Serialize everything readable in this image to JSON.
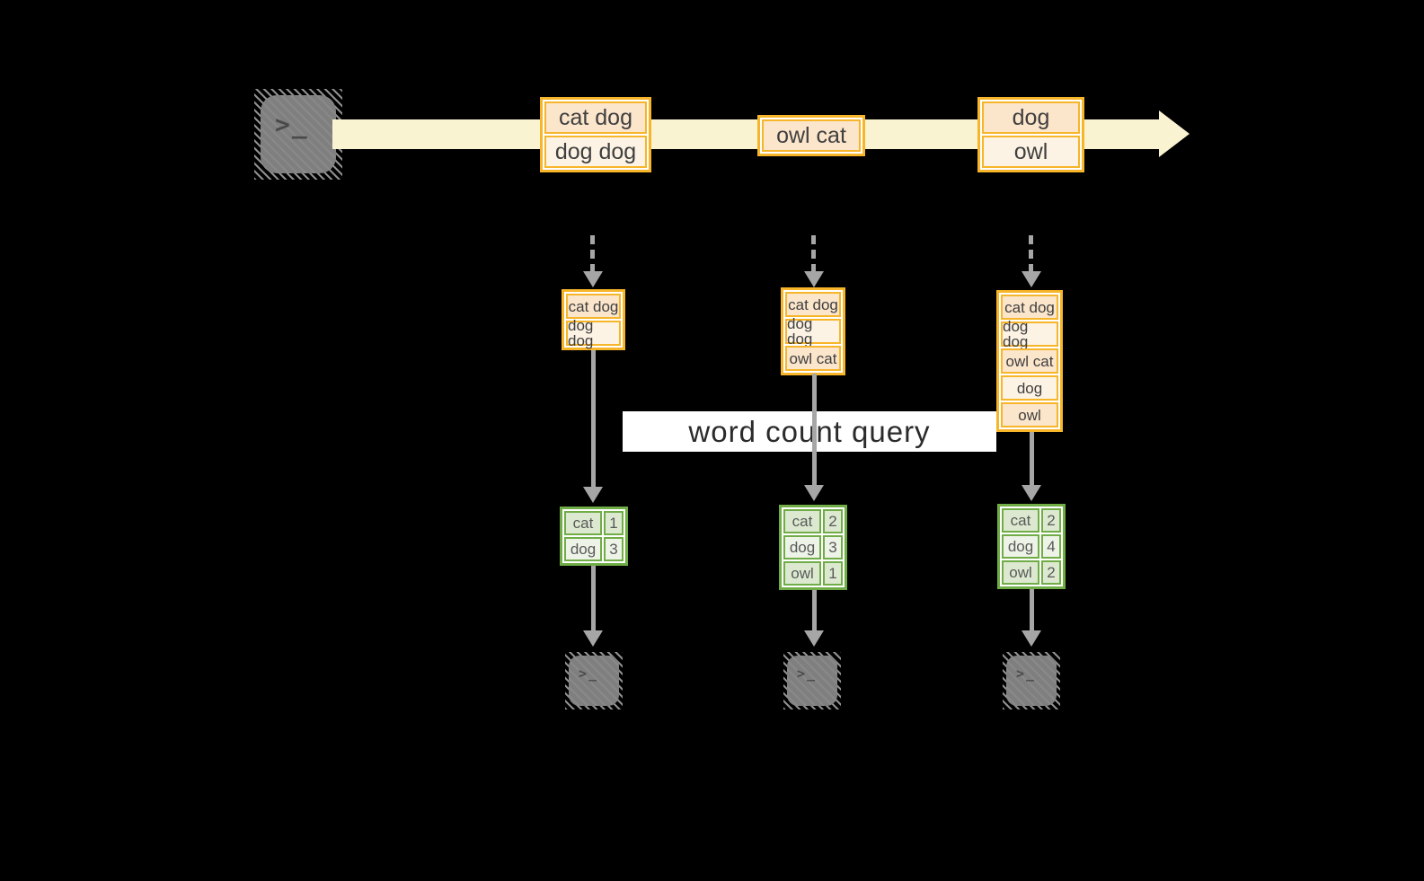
{
  "query_label": "word count query",
  "terminal_glyph": ">_",
  "colors": {
    "canvas-bg": "#000000",
    "amber": "#F7B529",
    "peach-dark": "#FBE5CB",
    "peach-light": "#FDF3E4",
    "cream": "#FAF3D2",
    "green": "#70AD47",
    "green-dark": "#DCE9D0",
    "green-light": "#EDF3E7",
    "arrow-gray": "#A6A6A6",
    "terminal-gray": "#7F7F7F",
    "ink": "#3F3F3F",
    "label-ink": "#2B2B2B"
  },
  "stream": {
    "events": [
      {
        "rows": [
          "cat dog",
          "dog dog"
        ]
      },
      {
        "rows": [
          "owl cat"
        ]
      },
      {
        "rows": [
          "dog",
          "owl"
        ]
      }
    ]
  },
  "columns": [
    {
      "window": [
        "cat dog",
        "dog dog"
      ],
      "counts": [
        {
          "word": "cat",
          "count": "1"
        },
        {
          "word": "dog",
          "count": "3"
        }
      ]
    },
    {
      "window": [
        "cat dog",
        "dog dog",
        "owl cat"
      ],
      "counts": [
        {
          "word": "cat",
          "count": "2"
        },
        {
          "word": "dog",
          "count": "3"
        },
        {
          "word": "owl",
          "count": "1"
        }
      ]
    },
    {
      "window": [
        "cat dog",
        "dog dog",
        "owl cat",
        "dog",
        "owl"
      ],
      "counts": [
        {
          "word": "cat",
          "count": "2"
        },
        {
          "word": "dog",
          "count": "4"
        },
        {
          "word": "owl",
          "count": "2"
        }
      ]
    }
  ]
}
